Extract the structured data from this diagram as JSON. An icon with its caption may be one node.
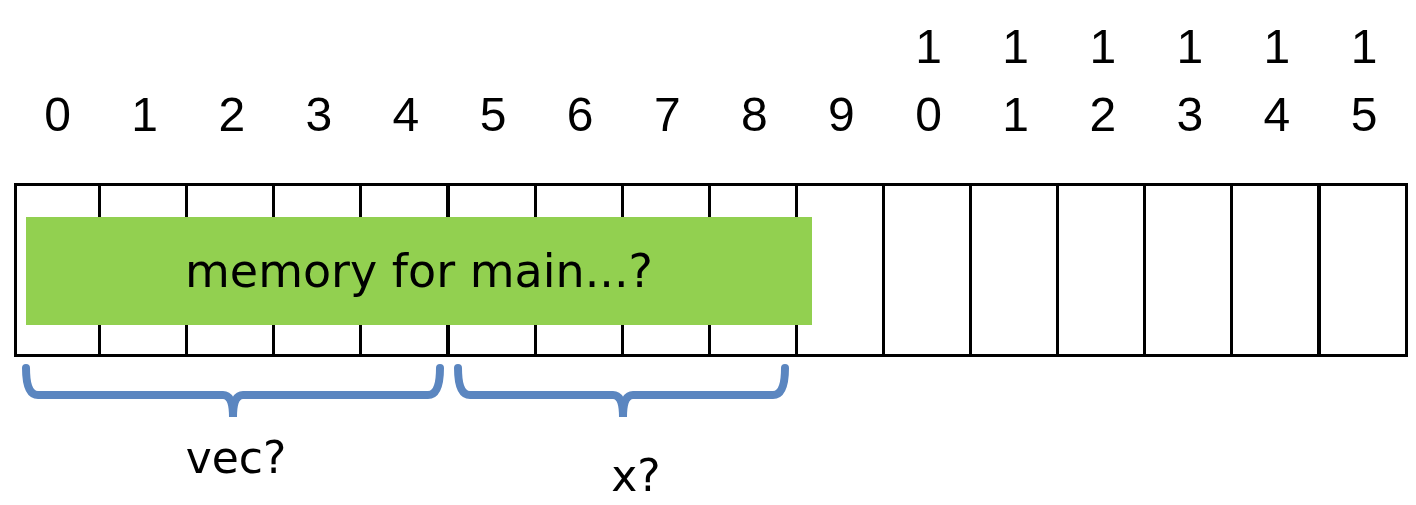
{
  "diagram": {
    "nodes": [
      {
        "text": [
          "memory for main...?"
        ]
      }
    ],
    "labels": [
      "1",
      "1",
      "1",
      "1",
      "1",
      "1",
      "0",
      "1",
      "2",
      "3",
      "4",
      "5",
      "6",
      "7",
      "8",
      "9",
      "0",
      "1",
      "2",
      "3",
      "4",
      "5",
      "vec?",
      "x?"
    ]
  }
}
